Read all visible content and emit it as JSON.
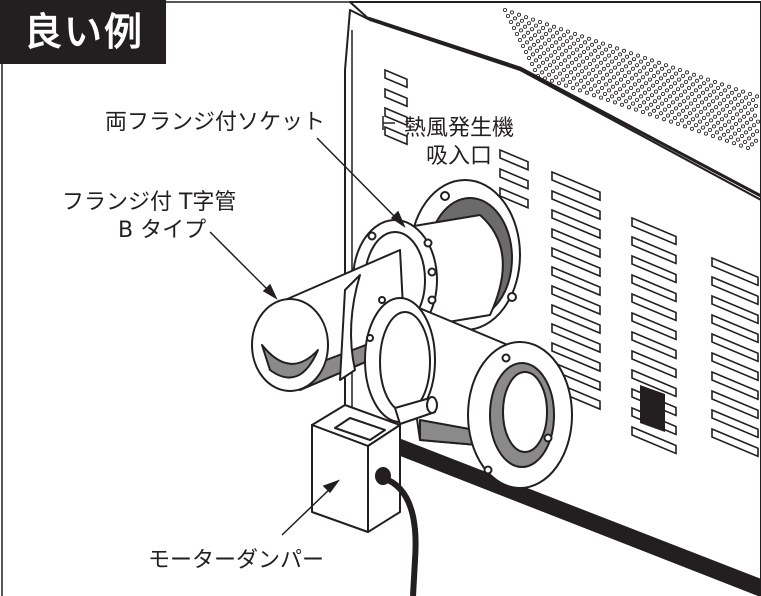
{
  "title_badge": "良い例",
  "labels": {
    "socket": "両フランジ付ソケット",
    "inlet_line1": "熱風発生機",
    "inlet_line2": "吸入口",
    "tpipe_line1": "フランジ付 T字管",
    "tpipe_line2": "B タイプ",
    "damper": "モーターダンパー"
  },
  "colors": {
    "ink": "#231f20",
    "badge_bg": "#231f20",
    "badge_text": "#ffffff",
    "paper": "#ffffff",
    "pipe_inside": "#8a8a8a"
  },
  "icons": [
    "machine-illustration",
    "t-pipe-illustration",
    "socket-illustration",
    "motor-damper-illustration",
    "cable-illustration"
  ]
}
